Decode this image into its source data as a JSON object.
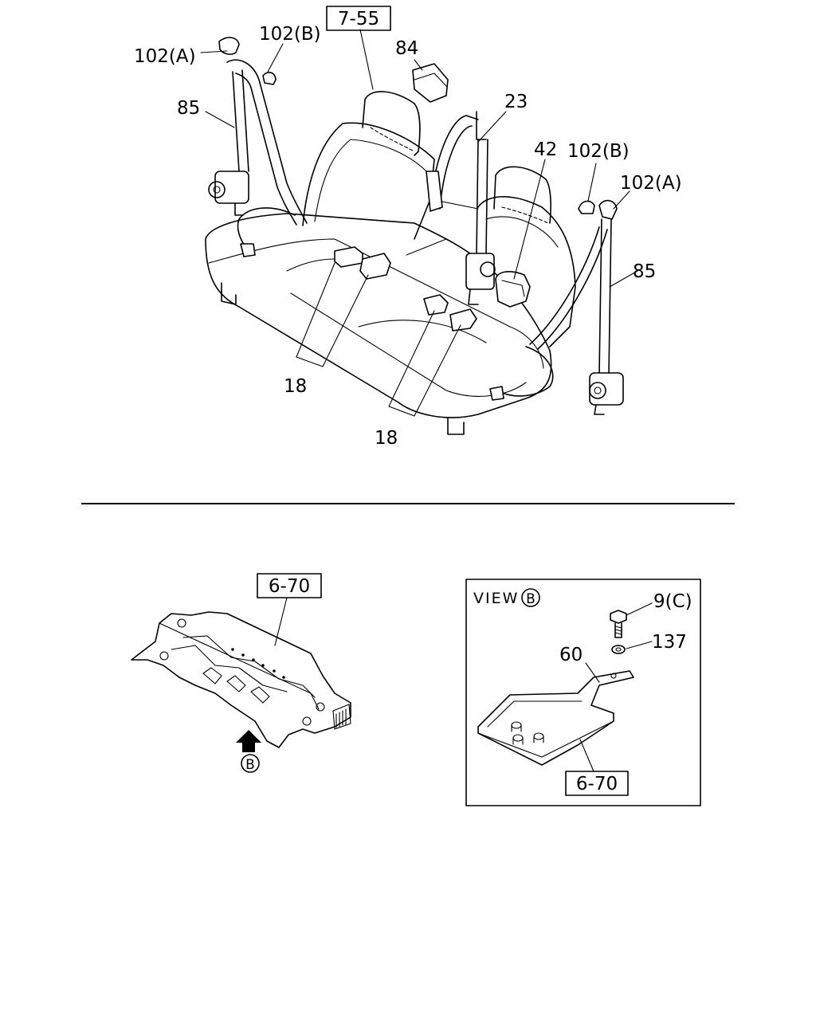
{
  "top_diagram": {
    "callouts": {
      "ref_7_55": "7-55",
      "p102a_left": "102(A)",
      "p102b_left": "102(B)",
      "p85_left": "85",
      "p84": "84",
      "p23": "23",
      "p42": "42",
      "p102b_right": "102(B)",
      "p102a_right": "102(A)",
      "p85_right": "85",
      "p18_left": "18",
      "p18_right": "18"
    }
  },
  "bottom_left": {
    "ref_6_70": "6-70",
    "view_marker": "B"
  },
  "view_b": {
    "title": "VIEW",
    "title_marker": "B",
    "callouts": {
      "p9c": "9(C)",
      "p137": "137",
      "p60": "60",
      "ref_6_70": "6-70"
    }
  }
}
